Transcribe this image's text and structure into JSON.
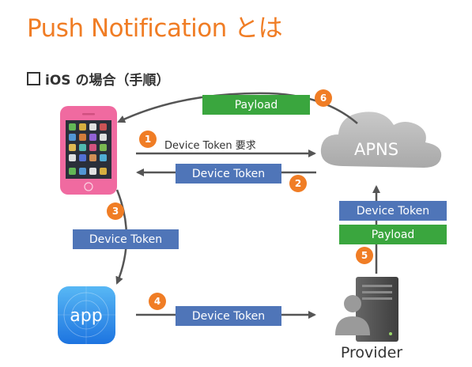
{
  "title": "Push Notification とは",
  "subtitle": "iOS の場合（手順）",
  "nodes": {
    "apns": "APNS",
    "app": "app",
    "provider": "Provider"
  },
  "steps": {
    "s1": "1",
    "s2": "2",
    "s3": "3",
    "s4": "4",
    "s5": "5",
    "s6": "6"
  },
  "labels": {
    "payload_top": "Payload",
    "token_request": "Device Token 要求",
    "token_from_apns": "Device Token",
    "token_to_app": "Device Token",
    "token_to_provider": "Device Token",
    "token_provider_apns": "Device Token",
    "payload_provider_apns": "Payload"
  },
  "colors": {
    "accent": "#f07d25",
    "label_blue": "#4f75b8",
    "label_green": "#3aa63e"
  }
}
